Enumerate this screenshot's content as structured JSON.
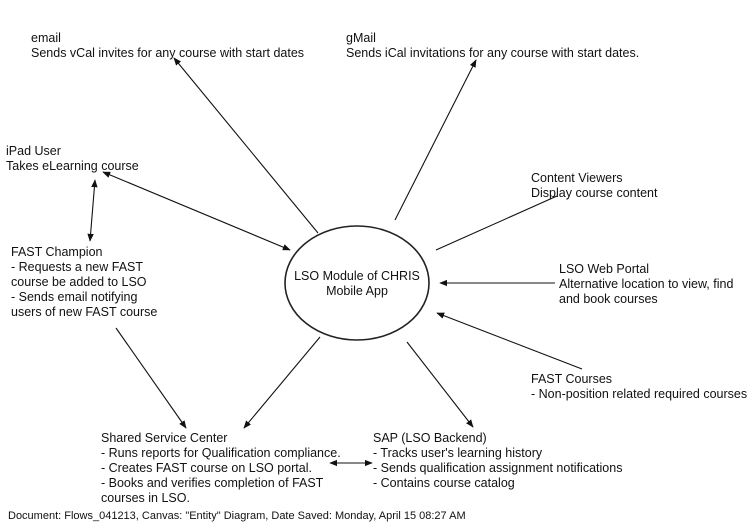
{
  "center": {
    "lines": [
      "LSO Module of",
      "CHRIS Mobile App"
    ]
  },
  "nodes": {
    "email": {
      "lines": [
        "email",
        "Sends vCal invites for any course with start dates"
      ]
    },
    "gmail": {
      "lines": [
        "gMail",
        "Sends iCal invitations for any course with start dates."
      ]
    },
    "ipad_user": {
      "lines": [
        "iPad User",
        "Takes eLearning course"
      ]
    },
    "content_viewers": {
      "lines": [
        "Content Viewers",
        "Display course content"
      ]
    },
    "fast_champion": {
      "lines": [
        "FAST Champion",
        "- Requests a new FAST",
        "course be added to LSO",
        "- Sends email notifying",
        "users of new FAST course"
      ]
    },
    "lso_web_portal": {
      "lines": [
        "LSO Web Portal",
        "Alternative location to view, find",
        "and book courses"
      ]
    },
    "fast_courses": {
      "lines": [
        "FAST Courses",
        "- Non-position related required courses"
      ]
    },
    "shared_service_center": {
      "lines": [
        "Shared Service Center",
        "- Runs reports for Qualification compliance.",
        "- Creates FAST course on LSO portal.",
        "- Books and verifies completion of FAST",
        "courses in LSO."
      ]
    },
    "sap": {
      "lines": [
        "SAP (LSO Backend)",
        "- Tracks user's learning history",
        "- Sends qualification assignment notifications",
        "- Contains course catalog"
      ]
    }
  },
  "footer": "Document: Flows_041213, Canvas: \"Entity\" Diagram, Date Saved: Monday, April 15 08:27 AM"
}
